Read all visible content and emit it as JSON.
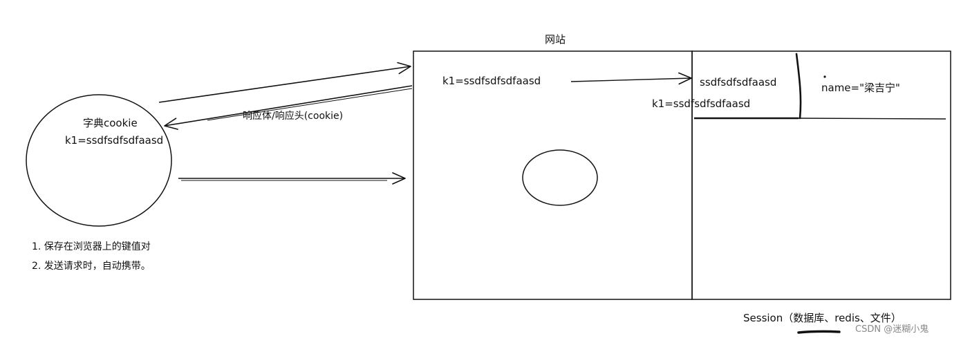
{
  "browser": {
    "title": "字典cookie",
    "entry": "k1=ssdfsdfsdfaasd"
  },
  "response_label": "响应体/响应头(cookie)",
  "notes": [
    "1. 保存在浏览器上的键值对",
    "2. 发送请求时，自动携带。"
  ],
  "website": {
    "title": "网站",
    "request_value": "k1=ssdfsdfsdfaasd"
  },
  "session_table": {
    "key": "ssdfsdfsdfaasd",
    "key_overlay": "k1=ssdfsdfsdfaasd",
    "value": "name=\"梁吉宁\""
  },
  "session_label": "Session（数据库、redis、文件）",
  "watermark": "CSDN @迷糊小鬼",
  "colors": {
    "ink": "#111111",
    "watermark": "#888888"
  }
}
